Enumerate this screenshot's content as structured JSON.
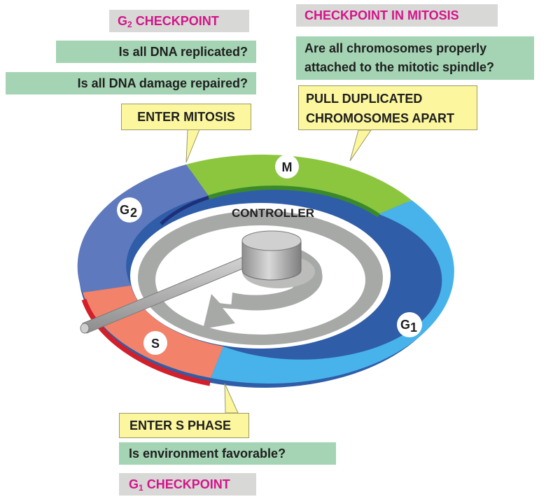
{
  "g2_checkpoint": {
    "title_prefix": "G",
    "title_sub": "2",
    "title_rest": " CHECKPOINT"
  },
  "g2_q1": "Is all DNA replicated?",
  "g2_q2": "Is all DNA damage repaired?",
  "enter_mitosis": "ENTER MITOSIS",
  "mitosis_checkpoint": "CHECKPOINT IN MITOSIS",
  "mitosis_q_line1": "Are all chromosomes properly",
  "mitosis_q_line2": "attached to the mitotic spindle?",
  "pull_line1": "PULL DUPLICATED",
  "pull_line2": "CHROMOSOMES APART",
  "controller": "CONTROLLER",
  "phases": {
    "m": "M",
    "g2_main": "G",
    "g2_sub": "2",
    "s": "S",
    "g1_main": "G",
    "g1_sub": "1"
  },
  "enter_s": "ENTER S PHASE",
  "g1_q": "Is environment favorable?",
  "g1_checkpoint": {
    "title_prefix": "G",
    "title_sub": "1",
    "title_rest": " CHECKPOINT"
  },
  "colors": {
    "m_phase": "#8cc63e",
    "g1_phase": "#48b3ea",
    "g2_phase": "#5e79bd",
    "s_phase": "#f3826a",
    "controller_track": "#a7a9a7",
    "checkpoint_text": "#d4148a"
  }
}
